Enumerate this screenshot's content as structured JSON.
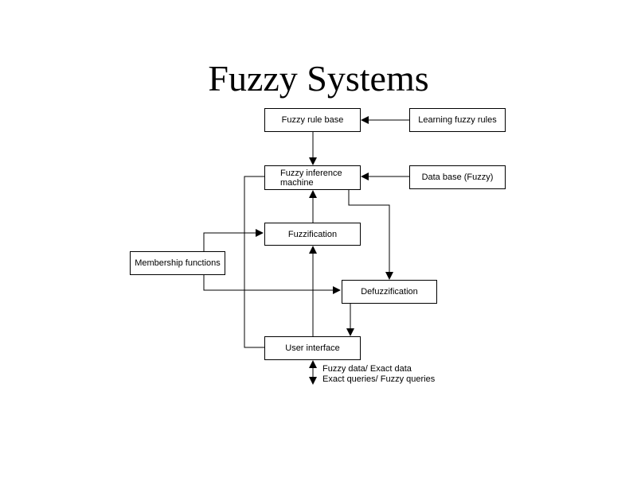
{
  "title": "Fuzzy Systems",
  "nodes": {
    "rule_base": "Fuzzy rule base",
    "learning": "Learning fuzzy rules",
    "inference": "Fuzzy inference machine",
    "data_base": "Data base (Fuzzy)",
    "fuzzification": "Fuzzification",
    "membership": "Membership functions",
    "defuzzification": "Defuzzification",
    "user_interface": "User interface"
  },
  "io_labels": {
    "line1": "Fuzzy data/ Exact data",
    "line2": "Exact queries/ Fuzzy queries"
  },
  "edges": [
    {
      "from": "learning",
      "to": "rule_base"
    },
    {
      "from": "rule_base",
      "to": "inference"
    },
    {
      "from": "data_base",
      "to": "inference"
    },
    {
      "from": "fuzzification",
      "to": "inference"
    },
    {
      "from": "inference",
      "to": "defuzzification"
    },
    {
      "from": "membership",
      "to": "fuzzification"
    },
    {
      "from": "membership",
      "to": "defuzzification"
    },
    {
      "from": "user_interface",
      "to": "fuzzification"
    },
    {
      "from": "defuzzification",
      "to": "user_interface"
    },
    {
      "from": "user_interface",
      "to": "inference",
      "arrow": false
    },
    {
      "from": "user_interface",
      "to": "external",
      "bidirectional": true
    }
  ]
}
